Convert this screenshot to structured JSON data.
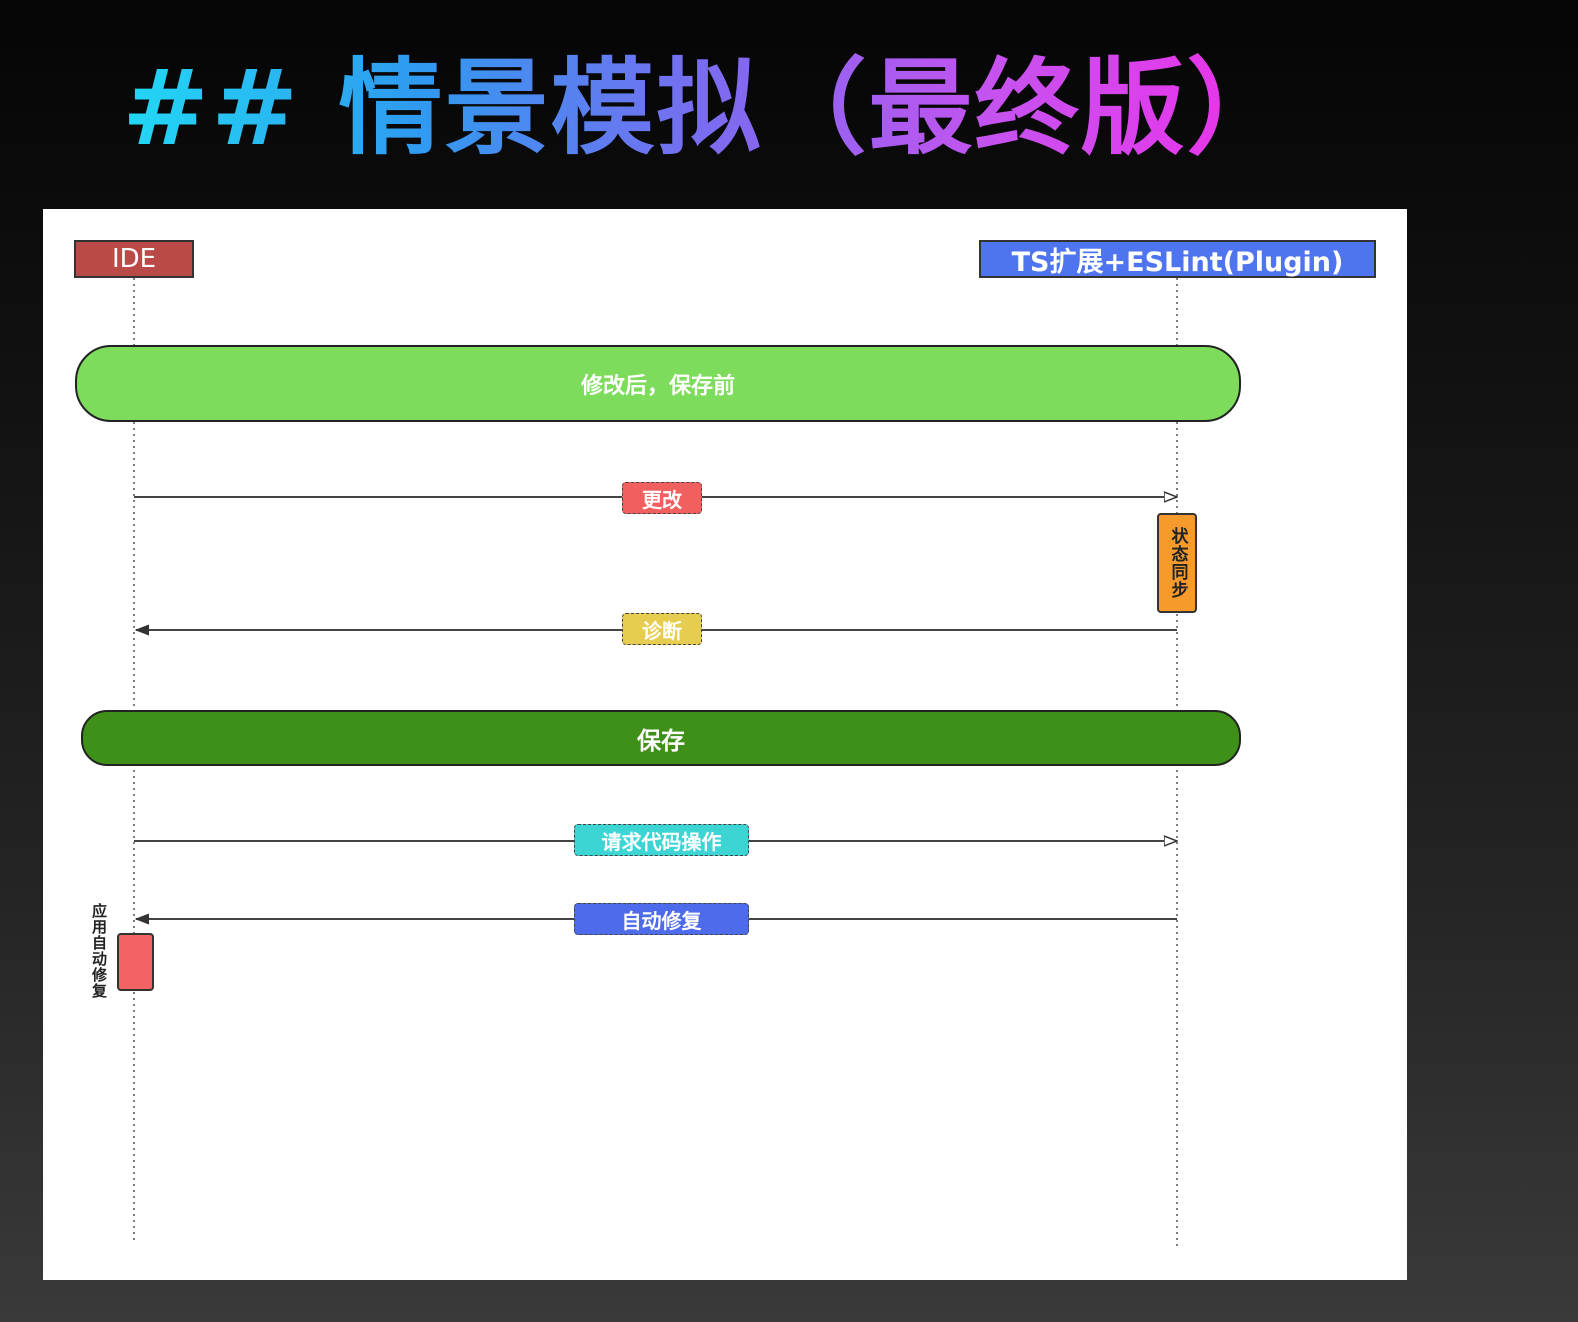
{
  "title": "## 情景模拟（最终版）",
  "diagram": {
    "participants": {
      "ide": "IDE",
      "ts_eslint": "TS扩展+ESLint(Plugin)"
    },
    "phases": [
      {
        "label": "修改后，保存前",
        "color": "#7edc5c"
      },
      {
        "label": "保存",
        "color": "#3f9018"
      }
    ],
    "messages": [
      {
        "label": "更改",
        "from": "IDE",
        "to": "TS扩展+ESLint(Plugin)",
        "color": "#f25f5f"
      },
      {
        "label": "诊断",
        "from": "TS扩展+ESLint(Plugin)",
        "to": "IDE",
        "color": "#e6cc4f"
      },
      {
        "label": "请求代码操作",
        "from": "IDE",
        "to": "TS扩展+ESLint(Plugin)",
        "color": "#3dd4d4"
      },
      {
        "label": "自动修复",
        "from": "TS扩展+ESLint(Plugin)",
        "to": "IDE",
        "color": "#4d6bea"
      }
    ],
    "activations": [
      {
        "label": "状态同步",
        "participant": "TS扩展+ESLint(Plugin)",
        "color": "#f59a2b"
      },
      {
        "label": "应用自动修复",
        "participant": "IDE",
        "color": "#f26464"
      }
    ]
  }
}
